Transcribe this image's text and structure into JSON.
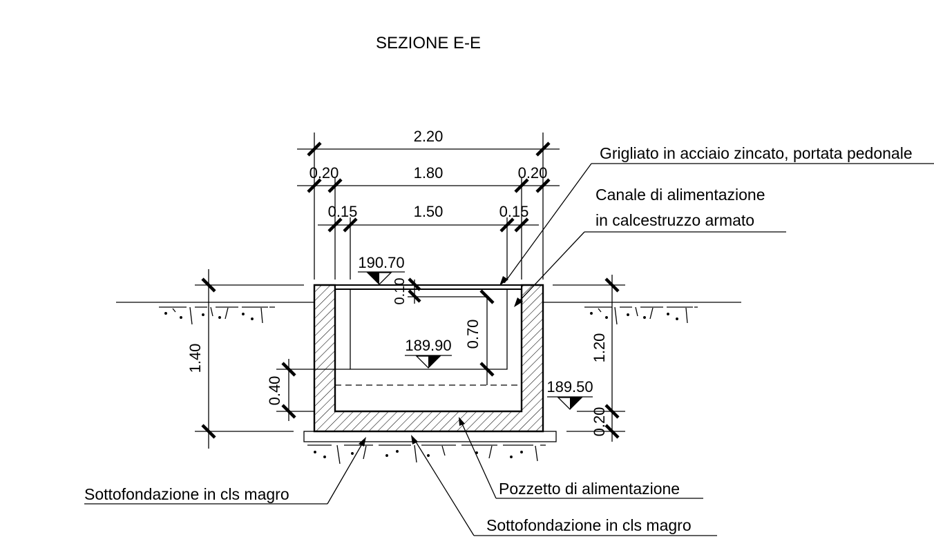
{
  "title": "SEZIONE E-E",
  "dimensions": {
    "overall_width": "2.20",
    "wall_left": "0.20",
    "inner_width": "1.80",
    "wall_right": "0.20",
    "channel_wall_left": "0.15",
    "channel_width": "1.50",
    "channel_wall_right": "0.15",
    "grate_thickness": "0.10",
    "channel_depth": "0.70",
    "total_height": "1.40",
    "well_height": "1.20",
    "sump_depth": "0.40",
    "base_thickness": "0.20"
  },
  "elevations": {
    "top": "190.70",
    "channel_bottom": "189.90",
    "well_bottom": "189.50"
  },
  "labels": {
    "grate": "Grigliato in acciaio zincato, portata pedonale",
    "channel_line1": "Canale di alimentazione",
    "channel_line2": "in calcestruzzo armato",
    "well": "Pozzetto di alimentazione",
    "subfoundation_left": "Sottofondazione in cls magro",
    "subfoundation_right": "Sottofondazione in cls magro"
  }
}
